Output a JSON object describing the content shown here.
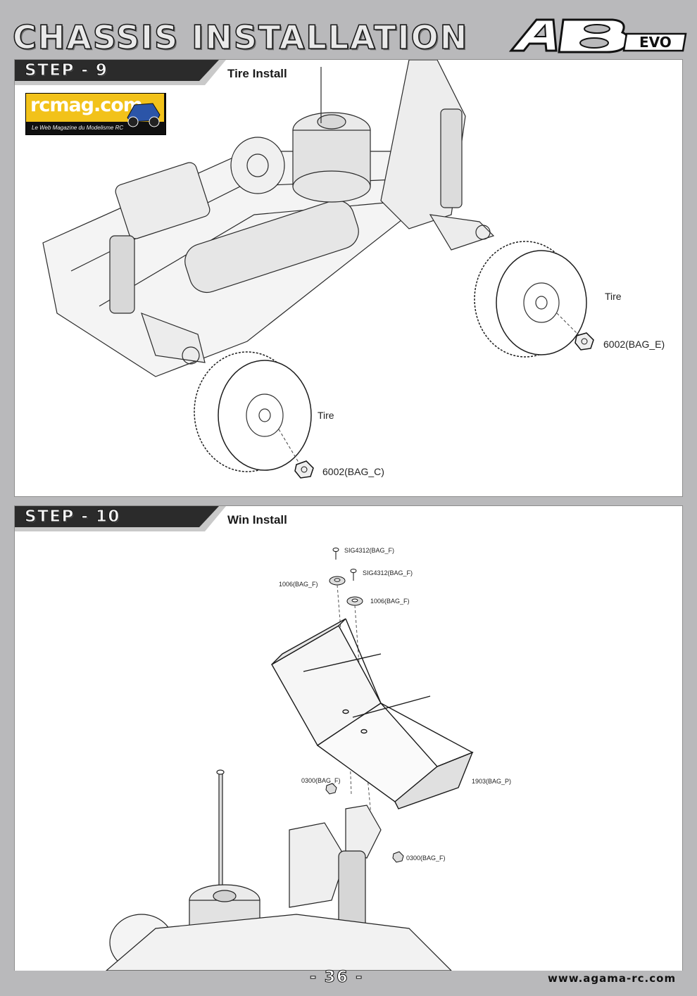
{
  "header": {
    "title": "CHASSIS INSTALLATION",
    "brand_logo": "A8 EVO"
  },
  "watermark": {
    "name": "rcmag.com",
    "tagline": "Le Web Magazine du Modelisme RC"
  },
  "step9": {
    "label": "STEP - 9",
    "caption": "Tire Install",
    "callouts": {
      "tire_right": "Tire",
      "nut_right": "6002(BAG_E)",
      "tire_left": "Tire",
      "nut_left": "6002(BAG_C)"
    }
  },
  "step10": {
    "label": "STEP - 10",
    "caption": "Win Install",
    "callouts": {
      "screw_1": "SIG4312(BAG_F)",
      "screw_2": "SIG4312(BAG_F)",
      "washer_1": "1006(BAG_F)",
      "washer_2": "1006(BAG_F)",
      "nut_1": "0300(BAG_F)",
      "nut_2": "0300(BAG_F)",
      "wing": "1903(BAG_P)"
    }
  },
  "footer": {
    "page_number": "- 36 -",
    "website": "www.agama-rc.com"
  },
  "colors": {
    "page_bg": "#b9b9bb",
    "panel_bg": "#ffffff",
    "tab_dark": "#2b2b2b",
    "rcmag_yellow": "#f2c21a",
    "rcmag_blue": "#2b55a8"
  },
  "icons": [
    "tire-icon",
    "nut-icon",
    "screw-icon",
    "washer-icon",
    "rear-wing-icon"
  ]
}
